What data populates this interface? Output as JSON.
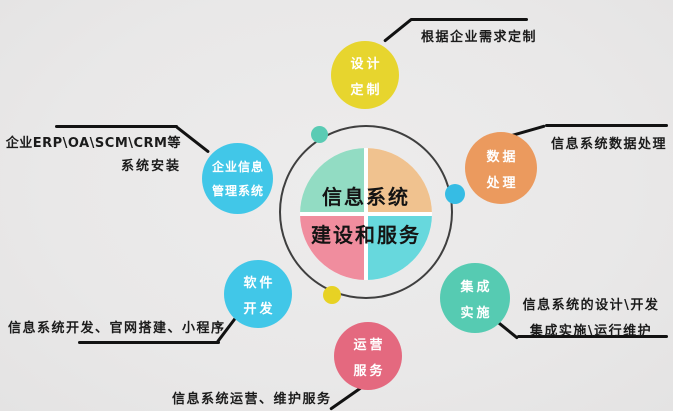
{
  "diagram_title_line1": "信息系统",
  "diagram_title_line2": "建设和服务",
  "colors": {
    "background": "#e9e8e8",
    "ring": "#3f3f3f",
    "connector_line": "#121212",
    "quadrant_top_left": "#92dcc3",
    "quadrant_top_right": "#f0c28f",
    "quadrant_bottom_left": "#f08d9e",
    "quadrant_bottom_right": "#67d8dd",
    "design_circle": "#e7d52e",
    "data_circle": "#eb9a5e",
    "integration_circle": "#56cbb2",
    "operation_circle": "#e4697f",
    "software_circle": "#41c7e8",
    "enterprise_circle": "#41c7e8",
    "dot_teal": "#5acbb4",
    "dot_blue": "#36bce4",
    "dot_yellow": "#e7d224"
  },
  "satellites": {
    "design": {
      "label_line1": "设计",
      "label_line2": "定制",
      "note": "根据企业需求定制"
    },
    "data": {
      "label_line1": "数据",
      "label_line2": "处理",
      "note": "信息系统数据处理"
    },
    "integration": {
      "label_line1": "集成",
      "label_line2": "实施",
      "note_line1": "信息系统的设计\\开发",
      "note_line2": "集成实施\\运行维护"
    },
    "operation": {
      "label_line1": "运营",
      "label_line2": "服务",
      "note": "信息系统运营、维护服务"
    },
    "software": {
      "label_line1": "软件",
      "label_line2": "开发",
      "note": "信息系统开发、官网搭建、小程序"
    },
    "enterprise": {
      "label_line1": "企业信息",
      "label_line2": "管理系统",
      "note_line1": "企业ERP\\OA\\SCM\\CRM等",
      "note_line2": "系统安装"
    }
  }
}
